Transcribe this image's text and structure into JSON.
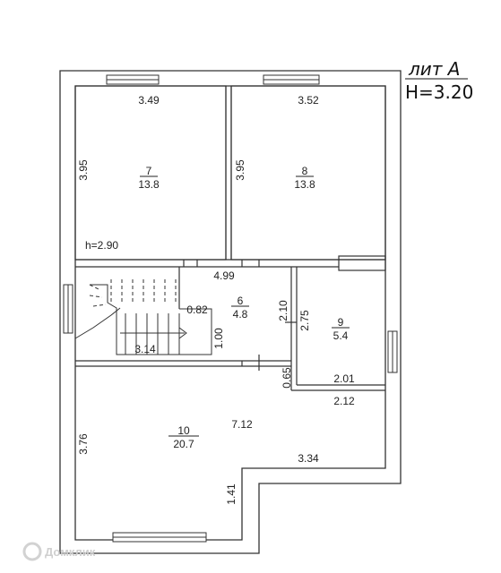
{
  "header": {
    "building_label": "лит А",
    "height_label": "H=3.20"
  },
  "rooms": [
    {
      "number": "7",
      "area": "13.8"
    },
    {
      "number": "8",
      "area": "13.8"
    },
    {
      "number": "6",
      "area": "4.8"
    },
    {
      "number": "9",
      "area": "5.4"
    },
    {
      "number": "10",
      "area": "20.7"
    }
  ],
  "dimensions": {
    "room7_width": "3.49",
    "room8_width": "3.52",
    "room7_depth": "3.95",
    "room8_depth": "3.95",
    "ceiling_height": "h=2.90",
    "corridor_length": "4.99",
    "stair_gap": "0.82",
    "room6_depth": "2.10",
    "room9_depth": "2.75",
    "stair_width": "1.00",
    "stair_length": "3.14",
    "room9_width": "2.01",
    "wall_step": "0.65",
    "room9_outer": "2.12",
    "room10_width": "7.12",
    "room10_depth": "3.76",
    "bay_width": "3.34",
    "bay_depth": "1.41"
  },
  "watermark": {
    "text": "Домклик"
  }
}
